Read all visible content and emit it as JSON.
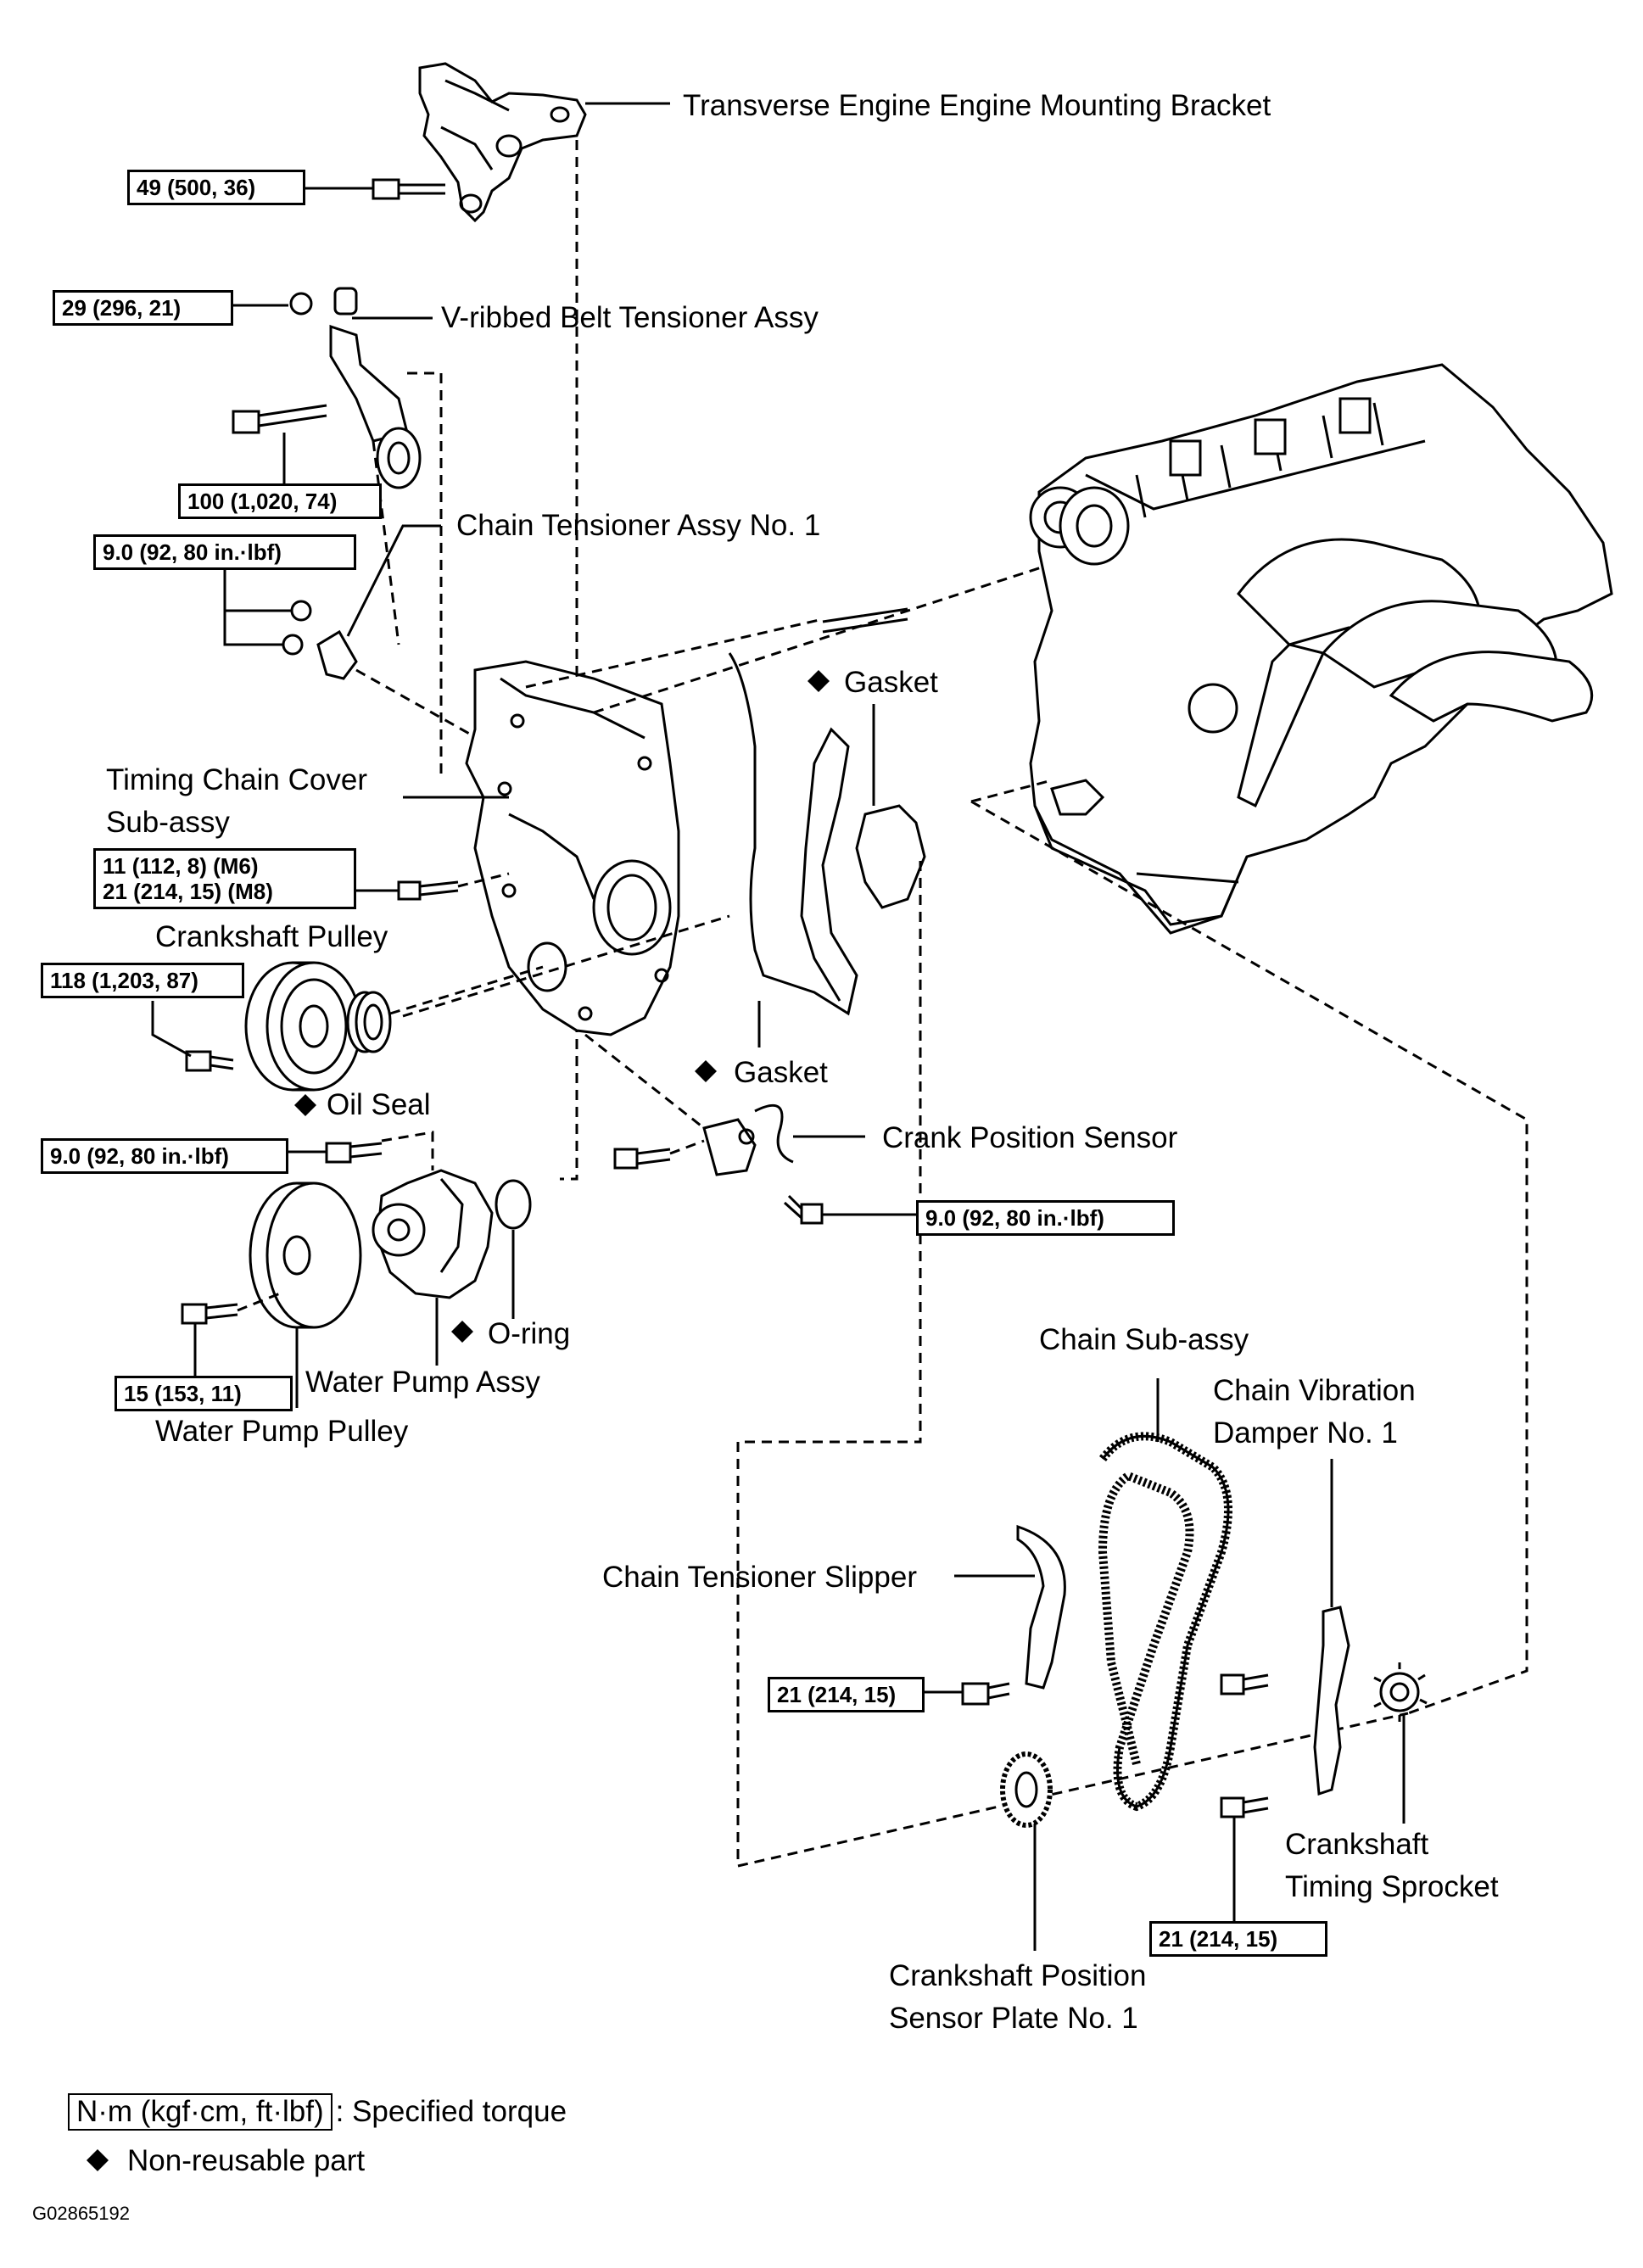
{
  "figure_code": "G02865192",
  "labels": {
    "mounting_bracket": "Transverse Engine Engine Mounting Bracket",
    "belt_tensioner": "V-ribbed  Belt Tensioner Assy",
    "chain_tensioner": "Chain Tensioner Assy No. 1",
    "timing_cover_line1": "Timing Chain Cover",
    "timing_cover_line2": "Sub-assy",
    "gasket_upper": "Gasket",
    "gasket_lower": "Gasket",
    "crankshaft_pulley": "Crankshaft Pulley",
    "oil_seal": "Oil Seal",
    "crank_position_sensor": "Crank Position Sensor",
    "o_ring": "O-ring",
    "water_pump_assy": "Water Pump Assy",
    "water_pump_pulley": "Water Pump Pulley",
    "chain_sub_assy": "Chain  Sub-assy",
    "chain_damper_line1": "Chain Vibration",
    "chain_damper_line2": "Damper No. 1",
    "chain_slipper": "Chain Tensioner Slipper",
    "sprocket_line1": "Crankshaft",
    "sprocket_line2": "Timing Sprocket",
    "sensor_plate_line1": "Crankshaft Position",
    "sensor_plate_line2": "Sensor Plate No. 1"
  },
  "non_reusable_symbol": "◆",
  "torques": {
    "bracket_bolt": "49 (500, 36)",
    "tensioner_nut": "29 (296, 21)",
    "tensioner_bolt": "100 (1,020, 74)",
    "chain_tensioner_nuts": "9.0 (92, 80 in.·lbf)",
    "cover_bolt_m6": "11 (112, 8) (M6)",
    "cover_bolt_m8": "21 (214, 15) (M8)",
    "pulley_bolt": "118 (1,203, 87)",
    "water_pump_bolt": "9.0 (92, 80 in.·lbf)",
    "sensor_bolt": "9.0 (92, 80 in.·lbf)",
    "water_pump_pulley_bolt": "15 (153, 11)",
    "slipper_bolt": "21 (214, 15)",
    "damper_bolt": "21 (214, 15)"
  },
  "legend": {
    "torque_unit": "N·m (kgf·cm, ft·lbf)",
    "torque_text": ": Specified torque",
    "non_reusable_text": "Non-reusable part"
  }
}
